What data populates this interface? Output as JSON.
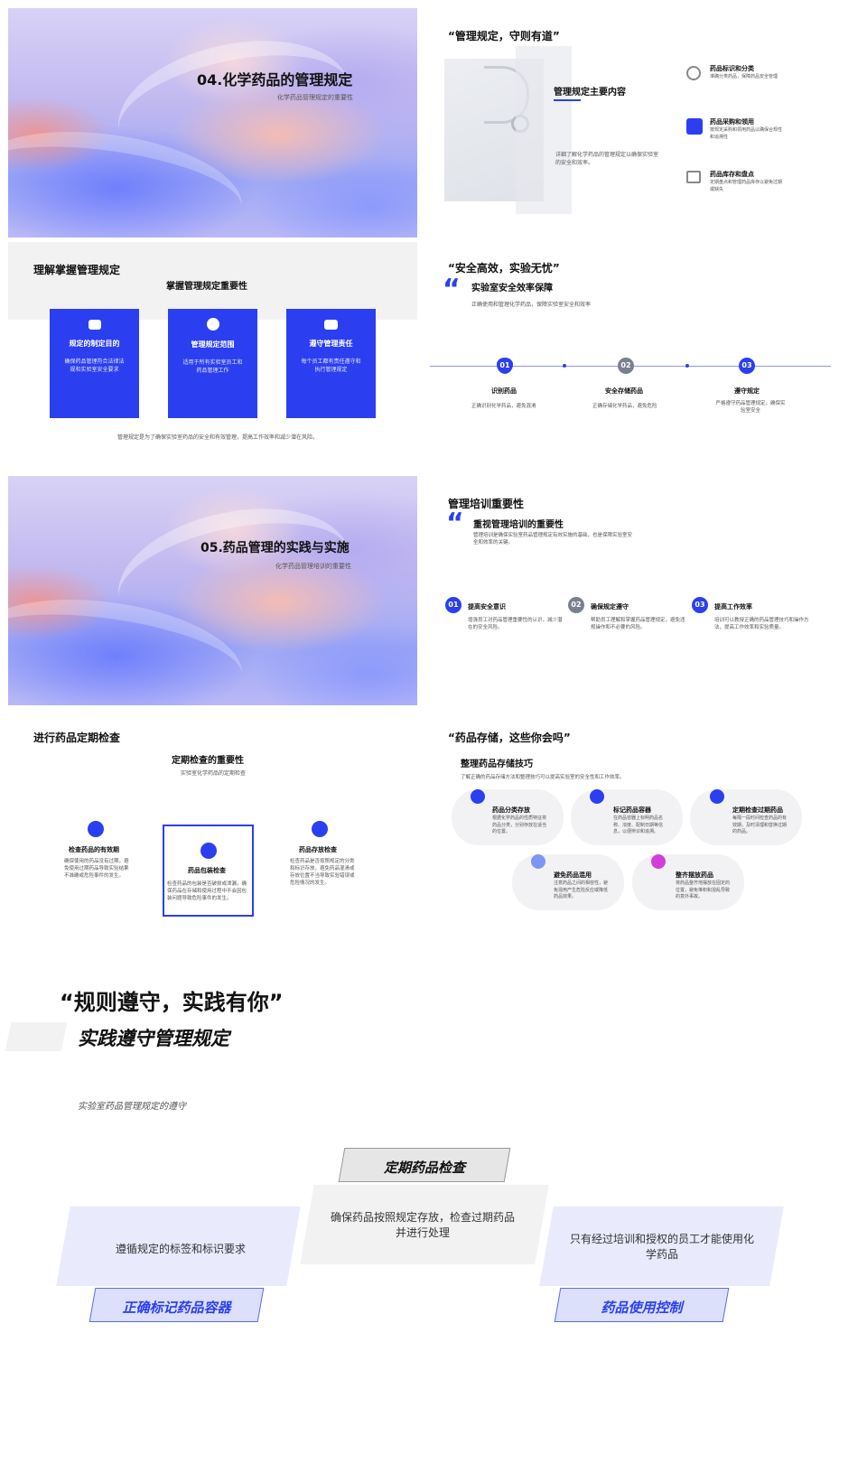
{
  "s1": {
    "title": "04.化学药品的管理规定",
    "subtitle": "化学药品管理规定的重要性"
  },
  "s2": {
    "quote": "“管理规定，守则有道”",
    "heading": "管理规定主要内容",
    "desc": "详细了解化学药品的管理规定以确保实验室的安全和效率。",
    "items": [
      {
        "title": "药品标识和分类",
        "desc": "准确分类药品，保障药品安全管理"
      },
      {
        "title": "药品采购和领用",
        "desc": "按规定采购和领用药品以确保合规性和追溯性"
      },
      {
        "title": "药品库存和盘点",
        "desc": "定期盘点和管理药品库存以避免过期或缺失"
      }
    ]
  },
  "s3": {
    "title": "理解掌握管理规定",
    "subtitle": "掌握管理规定重要性",
    "cards": [
      {
        "title": "规定的制定目的",
        "desc": "确保药品管理符合法律法规和实验室安全要求"
      },
      {
        "title": "管理规定范围",
        "desc": "适用于所有实验室员工和药品管理工作"
      },
      {
        "title": "遵守管理责任",
        "desc": "每个员工都有责任遵守和执行管理规定"
      }
    ],
    "footer": "管理规定是为了确保实验室药品的安全和有效管理，提高工作效率和减少潜在风险。"
  },
  "s4": {
    "quote": "“安全高效，实验无忧”",
    "heading": "实验室安全效率保障",
    "desc": "正确使用和管理化学药品，保障实验室安全和效率",
    "steps": [
      {
        "num": "01",
        "title": "识别药品",
        "desc": "正确识别化学药品，避免混淆"
      },
      {
        "num": "02",
        "title": "安全存储药品",
        "desc": "正确存储化学药品，避免危险"
      },
      {
        "num": "03",
        "title": "遵守规定",
        "desc": "严格遵守药品管理规定，确保实验室安全"
      }
    ]
  },
  "s5": {
    "title": "05.药品管理的实践与实施",
    "subtitle": "化学药品管理培训的重要性"
  },
  "s6": {
    "title": "管理培训重要性",
    "heading": "重视管理培训的重要性",
    "desc": "管理培训是确保实验室药品管理规定有效实施的基础，也是保障实验室安全和效率的关键。",
    "items": [
      {
        "num": "01",
        "title": "提高安全意识",
        "desc": "增强员工对药品管理重要性的认识，减少潜在的安全风险。"
      },
      {
        "num": "02",
        "title": "确保规定遵守",
        "desc": "帮助员工理解和掌握药品管理规定，避免违规操作和不必要的风险。"
      },
      {
        "num": "03",
        "title": "提高工作效率",
        "desc": "培训可以教授正确的药品管理技巧和操作方法，提高工作效率和实验质量。"
      }
    ]
  },
  "s7": {
    "title": "进行药品定期检查",
    "subtitle": "定期检查的重要性",
    "caption": "实验室化学药品的定期检查",
    "items": [
      {
        "title": "检查药品的有效期",
        "desc": "确保使用的药品没有过期，避免使用过期药品导致实验结果不准确或危险事件的发生。"
      },
      {
        "title": "药品包装检查",
        "desc": "检查药品的包装是否破损或泄漏，确保药品在存储和使用过程中不会因包装问题导致危险事件的发生。"
      },
      {
        "title": "药品存放检查",
        "desc": "检查药品是否按照规定的分类和标识存放，避免药品混淆或存放位置不当导致实验错误或危险情况的发生。"
      }
    ]
  },
  "s8": {
    "quote": "“药品存储，这些你会吗”",
    "heading": "整理药品存储技巧",
    "desc": "了解正确的药品存储方法和整理技巧可以提高实验室的安全性和工作效率。",
    "items": [
      {
        "title": "药品分类存放",
        "desc": "根据化学药品的性质特征将药品分类，分别存放在适当的位置。",
        "color": "#2b3ff0"
      },
      {
        "title": "标记药品容器",
        "desc": "在药品容器上标明药品名称、浓度、配制日期等信息，以便辨识和追溯。",
        "color": "#2b3ff0"
      },
      {
        "title": "定期检查过期药品",
        "desc": "每隔一段时间检查药品的有效期，及时清理和替换过期的药品。",
        "color": "#2b3ff0"
      },
      {
        "title": "避免药品混用",
        "desc": "注意药品之间的相容性，避免混用产生危险反应或降低药品效果。",
        "color": "#7f95f5"
      },
      {
        "title": "整齐摆放药品",
        "desc": "将药品整齐地摆放在固定的位置，避免堆积和混乱导致的意外事故。",
        "color": "#d23fd8"
      }
    ]
  },
  "s9": {
    "quote": "“规则遵守，实践有你”",
    "heading": "实践遵守管理规定",
    "caption": "实验室药品管理规定的遵守",
    "left": {
      "text": "遵循规定的标签和标识要求",
      "label": "正确标记药品容器"
    },
    "center": {
      "text": "确保药品按照规定存放，检查过期药品并进行处理",
      "label": "定期药品检查"
    },
    "right": {
      "text": "只有经过培训和授权的员工才能使用化学药品",
      "label": "药品使用控制"
    }
  },
  "colors": {
    "accent": "#2b3ff0",
    "light_accent": "#e9eafc",
    "gray_panel": "#f2f2f2"
  }
}
